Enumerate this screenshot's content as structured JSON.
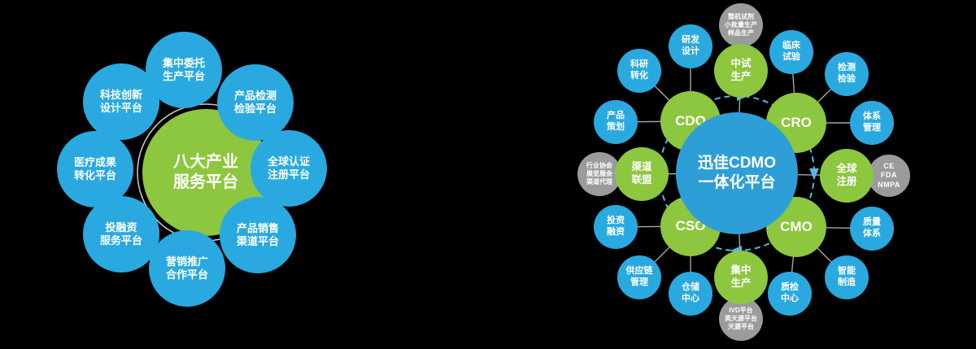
{
  "colors": {
    "green": "#8dc63f",
    "blue": "#29a9e0",
    "center_blue": "#2d9fd6",
    "gray": "#9b9b9b",
    "text": "#ffffff",
    "dashed_ring": "#55b7e3",
    "connector": "#b7b7b7",
    "background": "#000000"
  },
  "left": {
    "center": "八大产业\n服务平台",
    "satellites": [
      "集中委托\n生产平台",
      "产品检测\n检验平台",
      "全球认证\n注册平台",
      "产品销售\n渠道平台",
      "营销推广\n合作平台",
      "投融资\n服务平台",
      "医疗成果\n转化平台",
      "科技创新\n设计平台"
    ]
  },
  "right": {
    "center": "迅佳CDMO\n一体化平台",
    "cxo": [
      "CDO",
      "CRO",
      "CSO",
      "CMO"
    ],
    "green_nodes": [
      "中试\n生产",
      "渠道\n联盟",
      "集中\n生产",
      "全球\n注册"
    ],
    "blue_nodes": [
      "研发\n设计",
      "科研\n转化",
      "产品\n策划",
      "临床\n试验",
      "检测\n检验",
      "体系\n管理",
      "投资\n融资",
      "供应链\n管理",
      "仓储\n中心",
      "质量\n体系",
      "智能\n制造",
      "质检\n中心"
    ],
    "gray_nodes": [
      "整机试剂\n小批量生产\n样品生产",
      "行业协会\n展览展会\n渠道代理",
      "CE\nFDA\nNMPA",
      "IVD平台\n英天源平台\n天源平台"
    ]
  }
}
